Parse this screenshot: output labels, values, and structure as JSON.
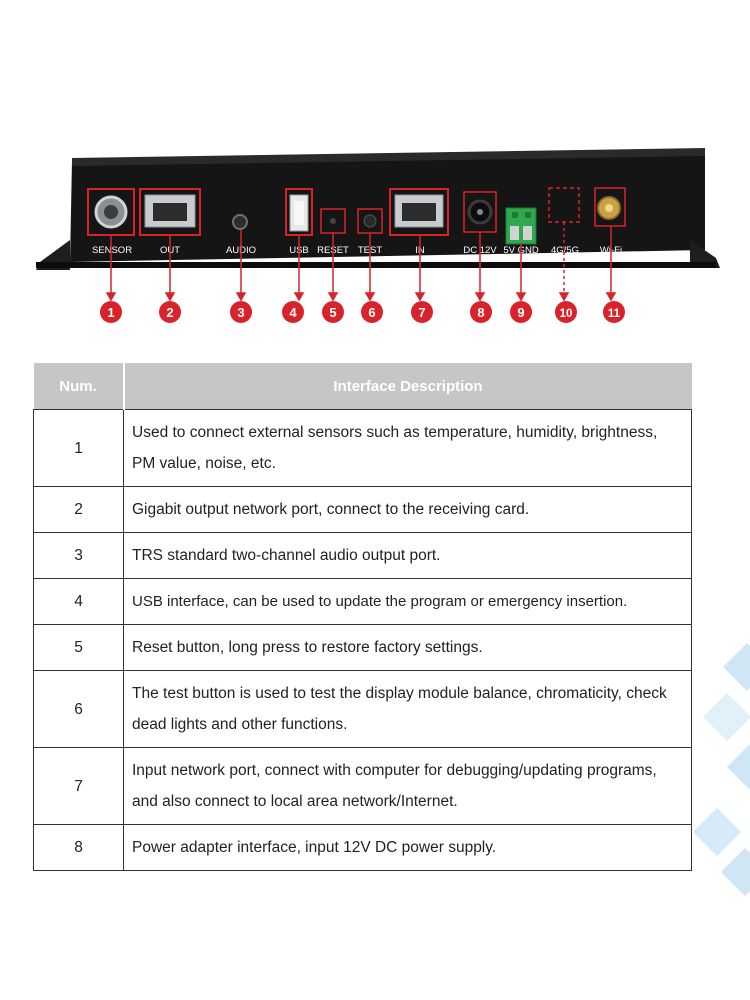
{
  "device": {
    "port_labels": [
      "SENSOR",
      "OUT",
      "AUDIO",
      "USB",
      "RESET",
      "TEST",
      "IN",
      "DC 12V",
      "5V GND",
      "4G/5G",
      "Wi-Fi"
    ],
    "markers": [
      "1",
      "2",
      "3",
      "4",
      "5",
      "6",
      "7",
      "8",
      "9",
      "10",
      "11"
    ],
    "marker_color": "#d9232a"
  },
  "table": {
    "headers": {
      "num": "Num.",
      "desc": "Interface Description"
    },
    "rows": [
      {
        "num": "1",
        "desc": "Used to connect external sensors such as temperature, humidity, brightness, PM value, noise, etc."
      },
      {
        "num": "2",
        "desc": "Gigabit output network port, connect to the receiving card."
      },
      {
        "num": "3",
        "desc": "TRS standard two-channel audio output port."
      },
      {
        "num": "4",
        "desc": "USB interface, can be used to update the program or emergency insertion."
      },
      {
        "num": "5",
        "desc": "Reset button, long press to restore factory settings."
      },
      {
        "num": "6",
        "desc": "The test button is used to test the display module balance, chromaticity, check dead lights and other functions."
      },
      {
        "num": "7",
        "desc": "Input network port, connect with computer for debugging/updating programs, and also connect to local area network/Internet."
      },
      {
        "num": "8",
        "desc": "Power adapter interface, input 12V DC power supply."
      }
    ],
    "header_bg": "#c6c6c6"
  }
}
